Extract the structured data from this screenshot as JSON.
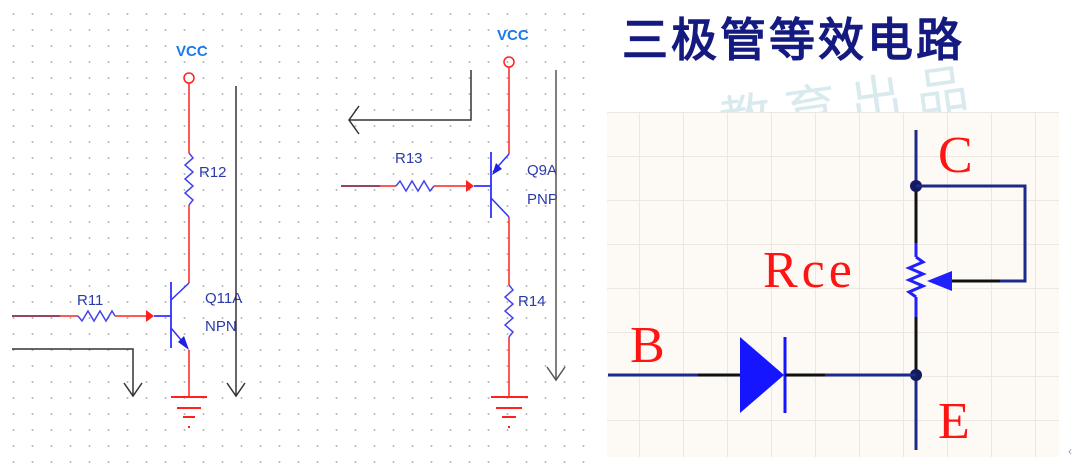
{
  "colors": {
    "wire_red": "#ff2020",
    "wire_dark": "#8a2a4a",
    "component_blue": "#3030ff",
    "label_blue": "#2a3aa8",
    "vcc_blue": "#1a7ae8",
    "arrow_gray": "#333333",
    "title_navy": "#141a80",
    "equiv_wire": "#1c2a8a",
    "equiv_label_red": "#ff1414"
  },
  "left_schematic": {
    "npn_circuit": {
      "supply_label": "VCC",
      "collector_resistor": "R12",
      "base_resistor": "R11",
      "transistor_ref": "Q11A",
      "transistor_type": "NPN"
    },
    "pnp_circuit": {
      "supply_label": "VCC",
      "base_resistor": "R13",
      "transistor_ref": "Q9A",
      "transistor_type": "PNP",
      "collector_resistor": "R14"
    }
  },
  "right_panel": {
    "title": "三极管等效电路",
    "watermark": "教育出品",
    "labels": {
      "collector": "C",
      "base": "B",
      "emitter": "E",
      "resistor": "Rce"
    },
    "corner_icon": "‹"
  }
}
